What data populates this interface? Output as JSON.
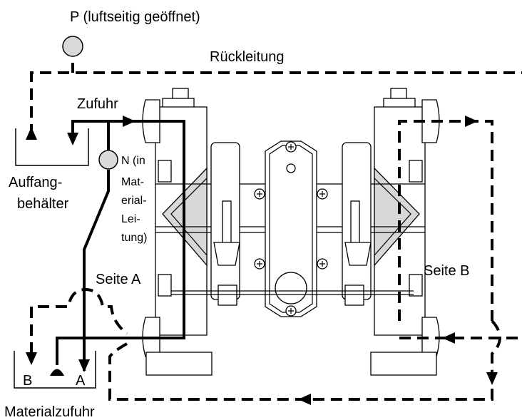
{
  "labels": {
    "gauge_p": "P (luftseitig geöffnet)",
    "return_line": "Rückleitung",
    "supply": "Zufuhr",
    "collector": [
      "Auffang-",
      "behälter"
    ],
    "gauge_n": [
      "N (in",
      "Mat-",
      "erial-",
      "Lei-",
      "tung)"
    ],
    "side_a": "Seite A",
    "side_b": "Seite B",
    "tank_b": "B",
    "tank_a": "A",
    "material_supply": "Materialzufuhr"
  }
}
